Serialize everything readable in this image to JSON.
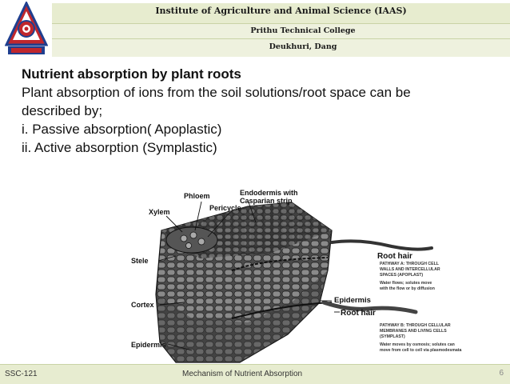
{
  "header": {
    "institution": "Institute of Agriculture and Animal Science (IAAS)",
    "college": "Prithu Technical College",
    "location": "Deukhuri, Dang"
  },
  "content": {
    "title": "Nutrient absorption by plant roots",
    "lines": [
      "Plant absorption of ions from the soil solutions/root space can be",
      "described by;",
      "i. Passive absorption( Apoplastic)",
      "ii. Active absorption (Symplastic)"
    ]
  },
  "diagram": {
    "labels": {
      "xylem": "Xylem",
      "phloem": "Phloem",
      "pericycle": "Pericycle",
      "endodermis": "Endodermis with",
      "endodermis2": "Casparian strip",
      "root_hair_top": "Root hair",
      "stele": "Stele",
      "cortex": "Cortex",
      "epidermis_right": "Epidermis",
      "root_hair_mid": "Root hair",
      "epidermis_left": "Epidermis"
    },
    "pathway_a": [
      "PATHWAY A: THROUGH CELL",
      "WALLS AND INTERCELLULAR",
      "SPACES (APOPLAST)"
    ],
    "water_a": [
      "Water flows; solutes move",
      "with the flow or by diffusion"
    ],
    "pathway_b": [
      "PATHWAY B: THROUGH CELLULAR",
      "MEMBRANES AND LIVING CELLS",
      "(SYMPLAST)"
    ],
    "water_b": [
      "Water moves by osmosis; solutes can",
      "move from cell to cell via plasmodesmata"
    ]
  },
  "footer": {
    "course": "SSC-121",
    "topic": "Mechanism of  Nutrient Absorption",
    "page": "6"
  },
  "colors": {
    "header_band": "#e7eccf",
    "footer_band": "#e7ecd0",
    "logo_red": "#c0272d",
    "logo_blue": "#1f3f8f"
  }
}
